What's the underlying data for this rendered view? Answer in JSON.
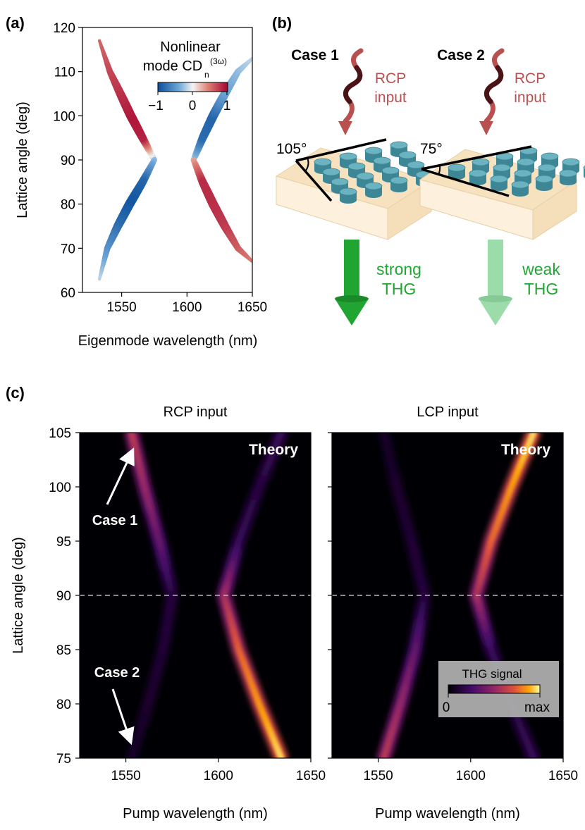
{
  "panel_labels": {
    "a": "(a)",
    "b": "(b)",
    "c": "(c)"
  },
  "colors": {
    "red": "#a5002e",
    "blue": "#0b4f9c",
    "strong_thg": "#21a532",
    "weak_thg": "#9bdcaa",
    "rcp": "#b85050",
    "pillar": "#4a98a8",
    "substrate": "#f7e2bf"
  },
  "panel_a": {
    "colorbar_title_1": "Nonlinear",
    "colorbar_title_2": "mode CD",
    "colorbar_sub": "n",
    "colorbar_sup": "(3ω)",
    "colorbar_ticks": [
      "−1",
      "0",
      "1"
    ]
  },
  "panel_b": {
    "case1": {
      "label": "Case 1",
      "input": [
        "RCP",
        "input"
      ],
      "angle": "105°",
      "output": [
        "strong",
        "THG"
      ]
    },
    "case2": {
      "label": "Case 2",
      "input": [
        "RCP",
        "input"
      ],
      "angle": "75°",
      "output": [
        "weak",
        "THG"
      ]
    }
  },
  "panel_c": {
    "titles": [
      "RCP input",
      "LCP input"
    ],
    "theory_label": "Theory",
    "annot_case1": "Case 1",
    "annot_case2": "Case 2",
    "colorbar_title": "THG signal",
    "colorbar_ticks": [
      "0",
      "max"
    ],
    "xlabel": "Pump wavelength (nm)",
    "ylabel": "Lattice angle (deg)"
  },
  "chart_data": [
    {
      "type": "line",
      "panel": "a",
      "xlabel": "Eigenmode wavelength (nm)",
      "ylabel": "Lattice angle (deg)",
      "xlim": [
        1520,
        1650
      ],
      "ylim": [
        60,
        120
      ],
      "xticks": [
        1550,
        1600,
        1650
      ],
      "yticks": [
        60,
        70,
        80,
        90,
        100,
        110,
        120
      ],
      "colorscale": {
        "label": "Nonlinear mode CD_n^(3ω)",
        "range": [
          -1,
          1
        ]
      },
      "series": [
        {
          "branch": "lower mode, angle > 90",
          "x": [
            1575,
            1566,
            1557,
            1549,
            1541,
            1533
          ],
          "y": [
            90,
            95,
            100,
            105,
            110,
            117
          ],
          "cd": [
            -0.3,
            0.85,
            0.9,
            0.8,
            0.7,
            0.55
          ]
        },
        {
          "branch": "lower mode, angle < 90",
          "x": [
            1575,
            1566,
            1556,
            1547,
            1539,
            1533
          ],
          "y": [
            90,
            85,
            80,
            75,
            70,
            63
          ],
          "cd": [
            -0.3,
            -0.85,
            -0.95,
            -0.8,
            -0.55,
            -0.15
          ]
        },
        {
          "branch": "upper mode, angle > 90",
          "x": [
            1605,
            1612,
            1620,
            1629,
            1639,
            1650
          ],
          "y": [
            90,
            95,
            100,
            105,
            110,
            113
          ],
          "cd": [
            -0.2,
            -0.8,
            -0.85,
            -0.45,
            -0.3,
            -0.15
          ]
        },
        {
          "branch": "upper mode, angle < 90",
          "x": [
            1605,
            1612,
            1620,
            1629,
            1639,
            1650
          ],
          "y": [
            90,
            85,
            80,
            75,
            70,
            67
          ],
          "cd": [
            0.3,
            0.8,
            0.8,
            0.75,
            0.6,
            0.45
          ]
        }
      ]
    },
    {
      "type": "heatmap",
      "panel": "c-left",
      "title": "RCP input",
      "annotation": "Theory",
      "xlabel": "Pump wavelength (nm)",
      "ylabel": "Lattice angle (deg)",
      "xlim": [
        1525,
        1650
      ],
      "ylim": [
        75,
        105
      ],
      "xticks": [
        1550,
        1600,
        1650
      ],
      "yticks": [
        75,
        80,
        85,
        90,
        95,
        100,
        105
      ],
      "reference_line_y": 90,
      "branches": [
        {
          "name": "lower",
          "angle": [
            75,
            80,
            85,
            90,
            95,
            100,
            105
          ],
          "wavelength": [
            1553,
            1562,
            1570,
            1575,
            1568,
            1560,
            1553
          ],
          "intensity": [
            0.08,
            0.1,
            0.12,
            0.14,
            0.35,
            0.5,
            0.6
          ]
        },
        {
          "name": "upper",
          "angle": [
            75,
            80,
            85,
            90,
            95,
            100,
            105
          ],
          "wavelength": [
            1634,
            1622,
            1611,
            1603,
            1611,
            1622,
            1634
          ],
          "intensity": [
            0.95,
            0.85,
            0.75,
            0.55,
            0.2,
            0.15,
            0.2
          ]
        }
      ]
    },
    {
      "type": "heatmap",
      "panel": "c-right",
      "title": "LCP input",
      "annotation": "Theory",
      "xlabel": "Pump wavelength (nm)",
      "xlim": [
        1525,
        1650
      ],
      "ylim": [
        75,
        105
      ],
      "xticks": [
        1550,
        1600,
        1650
      ],
      "reference_line_y": 90,
      "colorscale": {
        "label": "THG signal",
        "ticks": [
          "0",
          "max"
        ]
      },
      "branches": [
        {
          "name": "lower",
          "angle": [
            75,
            80,
            85,
            90,
            95,
            100,
            105
          ],
          "wavelength": [
            1553,
            1562,
            1570,
            1575,
            1568,
            1560,
            1553
          ],
          "intensity": [
            0.6,
            0.5,
            0.35,
            0.14,
            0.12,
            0.1,
            0.08
          ]
        },
        {
          "name": "upper",
          "angle": [
            75,
            80,
            85,
            90,
            95,
            100,
            105
          ],
          "wavelength": [
            1634,
            1622,
            1611,
            1603,
            1611,
            1622,
            1634
          ],
          "intensity": [
            0.2,
            0.15,
            0.2,
            0.55,
            0.75,
            0.85,
            0.95
          ]
        }
      ]
    }
  ]
}
